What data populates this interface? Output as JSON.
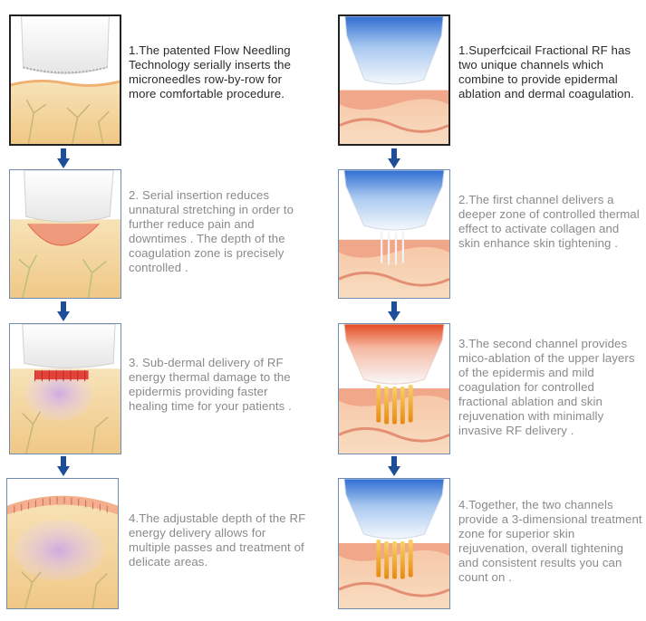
{
  "colors": {
    "arrow": "#1f4e99",
    "skin_top": "#f2c99a",
    "skin_base": "#f3dcae",
    "dermis_pink": "#f5b3a0",
    "probe_blue": "#3a78d8",
    "heat_red": "#e8542a",
    "needle_gold": "#f0a020"
  },
  "left_steps": [
    {
      "text": "1.The patented Flow Needling Technology serially inserts the microneedles row-by-row for more comfortable procedure."
    },
    {
      "text": "2. Serial insertion reduces unnatural stretching in order to further reduce pain and downtimes . The depth of the coagulation zone is precisely controlled ."
    },
    {
      "text": "3. Sub-dermal delivery of RF energy thermal damage to the epidermis providing faster healing time for your patients ."
    },
    {
      "text": "4.The adjustable depth of the RF energy delivery allows for multiple passes and treatment of delicate areas."
    }
  ],
  "right_steps": [
    {
      "text": "1.Superfcicail Fractional RF has two unique channels which combine to provide epidermal ablation and dermal coagulation."
    },
    {
      "text": "2.The first channel delivers a deeper zone of controlled thermal effect to activate collagen and skin enhance skin tightening ."
    },
    {
      "text": "3.The second channel provides mico-ablation of the upper layers of the epidermis and mild coagulation for controlled fractional ablation and skin rejuvenation with minimally invasive RF delivery ."
    },
    {
      "text": "4.Together, the two channels provide a 3-dimensional treatment zone for superior skin rejuvenation, overall tightening and consistent results you can count on ."
    }
  ]
}
